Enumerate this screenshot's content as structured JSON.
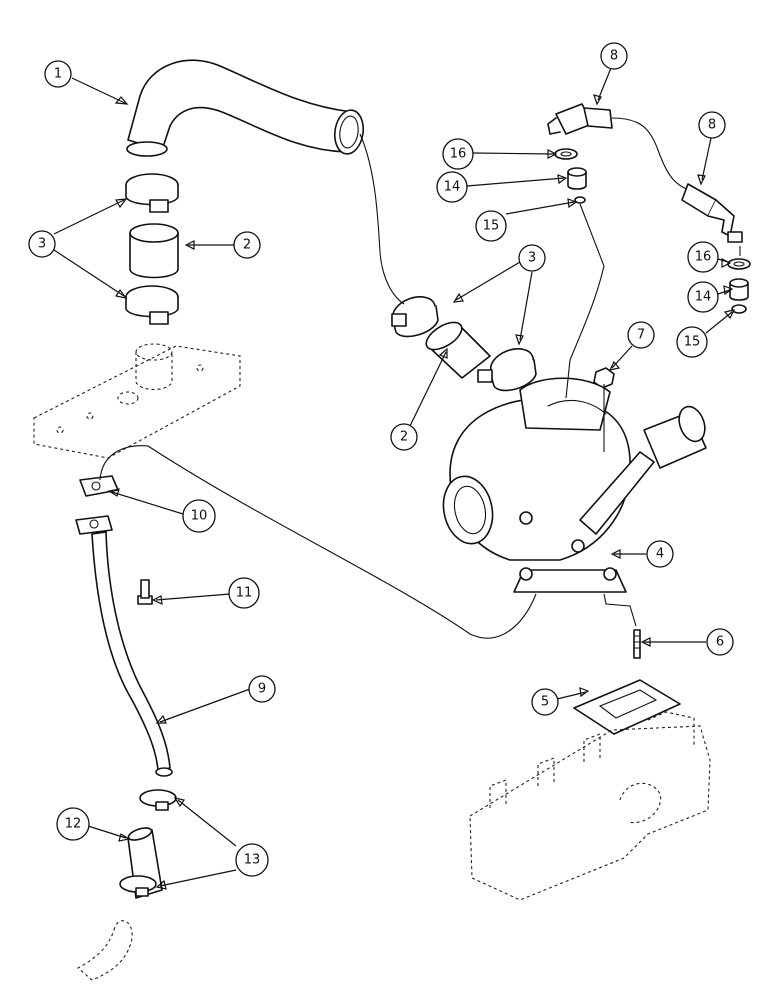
{
  "callouts": [
    {
      "id": "c1",
      "text": "1"
    },
    {
      "id": "c2a",
      "text": "2"
    },
    {
      "id": "c3a",
      "text": "3"
    },
    {
      "id": "c8a",
      "text": "8"
    },
    {
      "id": "c8b",
      "text": "8"
    },
    {
      "id": "c16a",
      "text": "16"
    },
    {
      "id": "c14a",
      "text": "14"
    },
    {
      "id": "c15a",
      "text": "15"
    },
    {
      "id": "c3b",
      "text": "3"
    },
    {
      "id": "c16b",
      "text": "16"
    },
    {
      "id": "c14b",
      "text": "14"
    },
    {
      "id": "c15b",
      "text": "15"
    },
    {
      "id": "c7",
      "text": "7"
    },
    {
      "id": "c2b",
      "text": "2"
    },
    {
      "id": "c10",
      "text": "10"
    },
    {
      "id": "c4",
      "text": "4"
    },
    {
      "id": "c11",
      "text": "11"
    },
    {
      "id": "c6",
      "text": "6"
    },
    {
      "id": "c9",
      "text": "9"
    },
    {
      "id": "c5",
      "text": "5"
    },
    {
      "id": "c12",
      "text": "12"
    },
    {
      "id": "c13",
      "text": "13"
    }
  ]
}
